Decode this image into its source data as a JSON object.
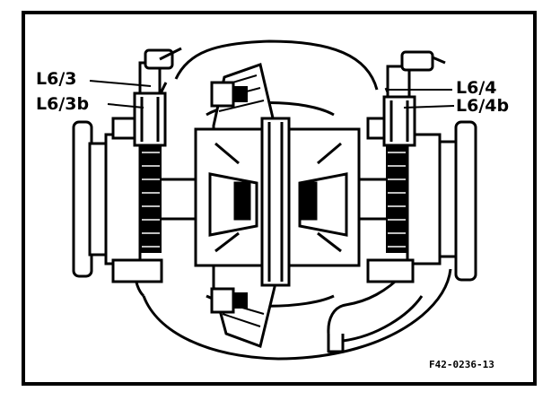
{
  "diagram": {
    "callouts": {
      "l6_3": "L6/3",
      "l6_3b": "L6/3b",
      "l6_4": "L6/4",
      "l6_4b": "L6/4b"
    },
    "reference_code": "F42-0236-13"
  }
}
